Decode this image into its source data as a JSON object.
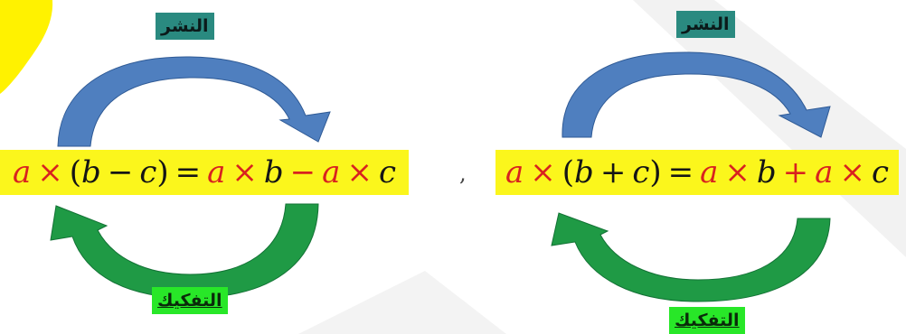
{
  "left": {
    "top_label": "النشر",
    "bottom_label": "التفكيك",
    "equation": {
      "a1": "a",
      "times1": "×",
      "lparen": "(",
      "b": "b",
      "op1": "−",
      "c": "c",
      "rparen": ")",
      "eq": "=",
      "a2": "a",
      "times2": "×",
      "b2": "b",
      "op2": "−",
      "a3": "a",
      "times3": "×",
      "c2": "c"
    }
  },
  "separator": ",",
  "right": {
    "top_label": "النشر",
    "bottom_label": "التفكيك",
    "equation": {
      "a1": "a",
      "times1": "×",
      "lparen": "(",
      "b": "b",
      "op1": "+",
      "c": "c",
      "rparen": ")",
      "eq": "=",
      "a2": "a",
      "times2": "×",
      "b2": "b",
      "op2": "+",
      "a3": "a",
      "times3": "×",
      "c2": "c"
    }
  },
  "colors": {
    "band": "#fbf61c",
    "top_label_bg": "#2a8a80",
    "bottom_label_bg": "#28e728",
    "arrow_top": "#4f7fbf",
    "arrow_bottom": "#1f9a45",
    "variable": "#d8221f",
    "corner_blob": "#fff200"
  }
}
